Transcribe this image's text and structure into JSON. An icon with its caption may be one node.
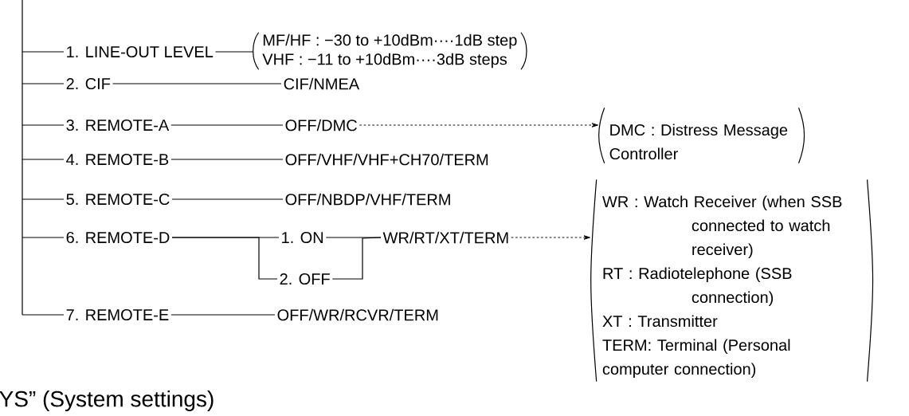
{
  "diagram": {
    "nodes": [
      {
        "text": [
          "1. LINE-OUT LEVEL"
        ]
      },
      {
        "text": [
          "MF/HF : −30 to +10dBm····1dB step",
          "VHF : −11 to +10dBm····3dB steps"
        ]
      },
      {
        "text": [
          "2. CIF"
        ]
      },
      {
        "text": [
          "CIF/NMEA"
        ]
      },
      {
        "text": [
          "3. REMOTE-A"
        ]
      },
      {
        "text": [
          "OFF/DMC"
        ]
      },
      {
        "text": [
          "DMC : Distress Message Controller"
        ]
      },
      {
        "text": [
          "4. REMOTE-B"
        ]
      },
      {
        "text": [
          "OFF/VHF/VHF+CH70/TERM"
        ]
      },
      {
        "text": [
          "5. REMOTE-C"
        ]
      },
      {
        "text": [
          "OFF/NBDP/VHF/TERM"
        ]
      },
      {
        "text": [
          "6. REMOTE-D"
        ]
      },
      {
        "text": [
          "1. ON"
        ]
      },
      {
        "text": [
          "2. OFF"
        ]
      },
      {
        "text": [
          "WR/RT/XT/TERM"
        ]
      },
      {
        "text": [
          "WR : Watch Receiver (when SSB connected to watch receiver)",
          "RT : Radiotelephone (SSB connection)",
          "XT : Transmitter",
          "TERM: Terminal (Personal computer connection)"
        ]
      },
      {
        "text": [
          "7. REMOTE-E"
        ]
      },
      {
        "text": [
          "OFF/WR/RCVR/TERM"
        ]
      }
    ],
    "edges": [
      {
        "from": null,
        "to": 0,
        "arrow": "none"
      },
      {
        "from": null,
        "to": 2,
        "arrow": "none"
      },
      {
        "from": null,
        "to": 4,
        "arrow": "none"
      },
      {
        "from": null,
        "to": 7,
        "arrow": "none"
      },
      {
        "from": null,
        "to": 9,
        "arrow": "none"
      },
      {
        "from": null,
        "to": 11,
        "arrow": "none"
      },
      {
        "from": null,
        "to": 16,
        "arrow": "none"
      },
      {
        "from": 0,
        "to": 1,
        "arrow": "none"
      },
      {
        "from": 2,
        "to": 3,
        "arrow": "none"
      },
      {
        "from": 4,
        "to": 5,
        "arrow": "none"
      },
      {
        "from": 5,
        "to": 6,
        "arrow": "to",
        "style": "dashed"
      },
      {
        "from": 7,
        "to": 8,
        "arrow": "none"
      },
      {
        "from": 9,
        "to": 10,
        "arrow": "none"
      },
      {
        "from": 11,
        "to": 12,
        "arrow": "none"
      },
      {
        "from": 11,
        "to": 13,
        "arrow": "none"
      },
      {
        "from": 12,
        "to": 14,
        "arrow": "none"
      },
      {
        "from": 13,
        "to": 14,
        "arrow": "none"
      },
      {
        "from": 14,
        "to": 15,
        "arrow": "to",
        "style": "dashed"
      },
      {
        "from": 16,
        "to": 17,
        "arrow": "none"
      }
    ],
    "labels": [
      "YS” (System settings)"
    ]
  }
}
